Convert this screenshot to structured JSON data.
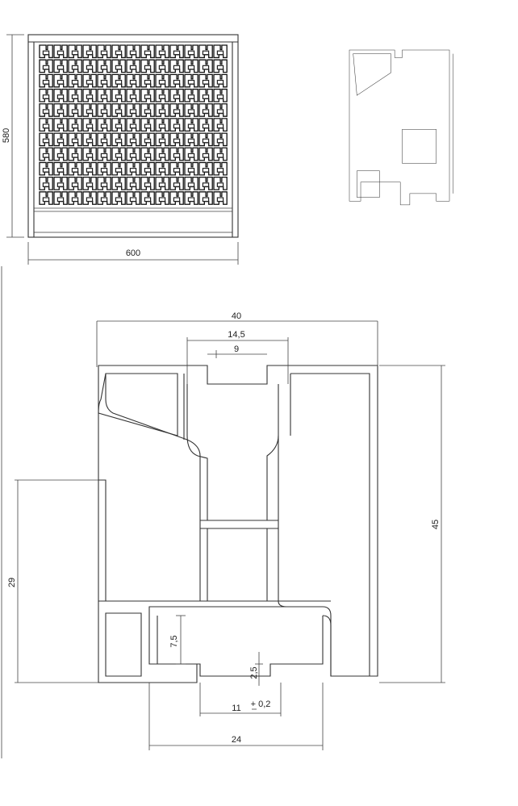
{
  "panel": {
    "width_label": "600",
    "height_label": "580",
    "grid_cols": 13,
    "grid_rows": 11
  },
  "section": {
    "dim_overall_width": "40",
    "dim_top_opening": "14,5",
    "dim_top_inner": "9",
    "dim_height": "45",
    "dim_left_height": "29",
    "dim_lower_step": "7,5",
    "dim_slot_depth": "2,5",
    "dim_slot_width": "11",
    "dim_tolerance": "+ 0,2",
    "dim_bottom_width": "24"
  }
}
